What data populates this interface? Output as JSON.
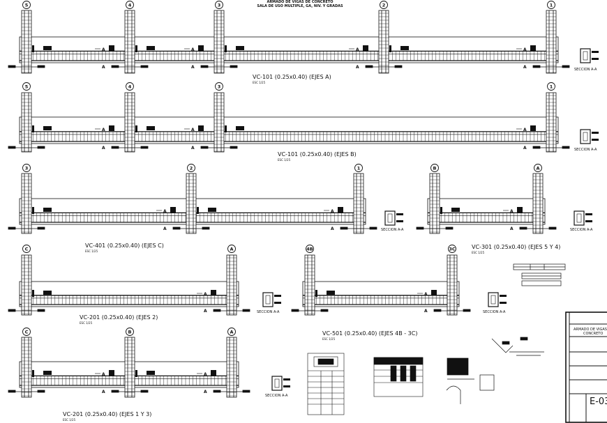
{
  "header": {
    "title_line1": "ARMADO DE VIGAS DE CONCRETO",
    "title_line2": "SALA DE USO MULTIPLE, GA, NIV. Y GRADAS"
  },
  "beams": [
    {
      "id": "vc101a",
      "caption": "VC-101 (0.25x0.40) (EJES A)",
      "scale": "ESC 1/25",
      "axes": [
        "5",
        "4",
        "3",
        "2",
        "1"
      ]
    },
    {
      "id": "vc101b",
      "caption": "VC-101 (0.25x0.40) (EJES B)",
      "scale": "ESC 1/25",
      "axes": [
        "5",
        "4",
        "3",
        "1"
      ]
    },
    {
      "id": "vc401",
      "caption": "VC-401 (0.25x0.40) (EJES C)",
      "scale": "ESC 1/25",
      "axes": [
        "3",
        "2",
        "1"
      ]
    },
    {
      "id": "vc301",
      "caption": "VC-301 (0.25x0.40) (EJES 5 Y 4)",
      "scale": "ESC 1/25",
      "axes": [
        "B",
        "A"
      ]
    },
    {
      "id": "vc201a",
      "caption": "VC-201 (0.25x0.40) (EJES 2)",
      "scale": "ESC 1/25",
      "axes": [
        "C",
        "A"
      ]
    },
    {
      "id": "vc501",
      "caption": "VC-501 (0.25x0.40) (EJES 4B - 3C)",
      "scale": "ESC 1/25",
      "axes": [
        "4B",
        "3C"
      ]
    },
    {
      "id": "vc201b",
      "caption": "VC-201 (0.25x0.40) (EJES 1 Y 3)",
      "scale": "ESC 1/25",
      "axes": [
        "C",
        "B",
        "A"
      ]
    }
  ],
  "section_label": "SECCION A-A",
  "section_marker": "A",
  "title_block": {
    "title_line1": "ARMADO DE VIGAS",
    "title_line2": "CONCRETO",
    "sheet": "E-03"
  }
}
